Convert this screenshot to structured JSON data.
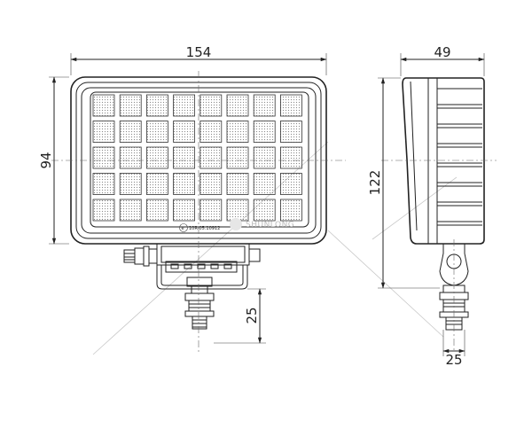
{
  "dimensions": {
    "front_width": "154",
    "front_height": "94",
    "bracket_depth": "25",
    "side_depth": "49",
    "side_height": "122",
    "mount_width": "25"
  },
  "label_text": "10R-05.10912",
  "watermark_text": "SHUNLONG"
}
